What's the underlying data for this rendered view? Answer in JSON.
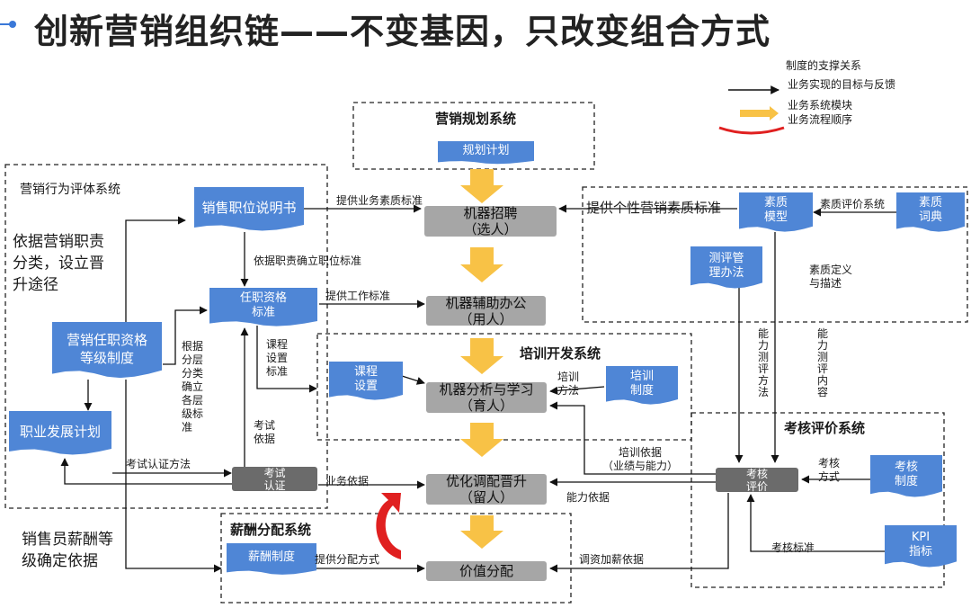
{
  "title": "创新营销组织链——不变基因，只改变组合方式",
  "legend": {
    "support": "制度的支撑关系",
    "target": "业务实现的目标与反馈",
    "module": "业务系统模块",
    "flow": "业务流程顺序"
  },
  "systems": {
    "planning": "营销规划系统",
    "behavior": "营销行为评体系统",
    "quality_std": "提供个性营销素质标准",
    "training": "培训开发系统",
    "assessment": "考核评价系统",
    "salary": "薪酬分配系统"
  },
  "docs": {
    "plan": "规划计划",
    "job_desc": "销售职位说明书",
    "qualification_std": "任职资格\n标准",
    "level_system": "营销任职资格\n等级制度",
    "career_plan": "职业发展计划",
    "course": "课程\n设置",
    "training_sys": "培训\n制度",
    "quality_model": "素质\n模型",
    "quality_dict": "素质\n词典",
    "eval_method": "测评管\n理办法",
    "assess_sys": "考核\n制度",
    "kpi": "KPI\n指标",
    "salary_sys": "薪酬制度"
  },
  "process": {
    "recruit": "机器招聘\n（选人）",
    "office": "机器辅助办公\n（用人）",
    "learn": "机器分析与学习\n（育人）",
    "promote": "优化调配晋升\n（留人）",
    "value": "价值分配"
  },
  "dark": {
    "exam": "考试\n认证",
    "assess": "考核\n评价"
  },
  "labels": {
    "basis_path": "依据营销职责\n分类，设立晋\n升途径",
    "salary_basis": "销售员薪酬等\n级确定依据",
    "provide_quality_std": "提供业务素质标准",
    "duty_basis": "依据职责确立职位标准",
    "provide_work_std": "提供工作标准",
    "course_std": "课程\n设置\n标准",
    "layer_std": "根据\n分层\n分类\n确立\n各层\n级标\n准",
    "exam_basis": "考试\n依据",
    "exam_method": "考试认证方法",
    "business_basis": "业务依据",
    "quality_eval_sys": "素质评价系统",
    "quality_def": "素质定义\n与描述",
    "ability_method": "能力测评方法",
    "ability_content": "能力测评内容",
    "training_method": "培训\n方法",
    "training_basis": "培训依据\n（业绩与能力）",
    "assess_method": "考核\n方式",
    "ability_basis": "能力依据",
    "assess_std": "考核标准",
    "provide_alloc": "提供分配方式",
    "salary_adjust": "调资加薪依据"
  }
}
